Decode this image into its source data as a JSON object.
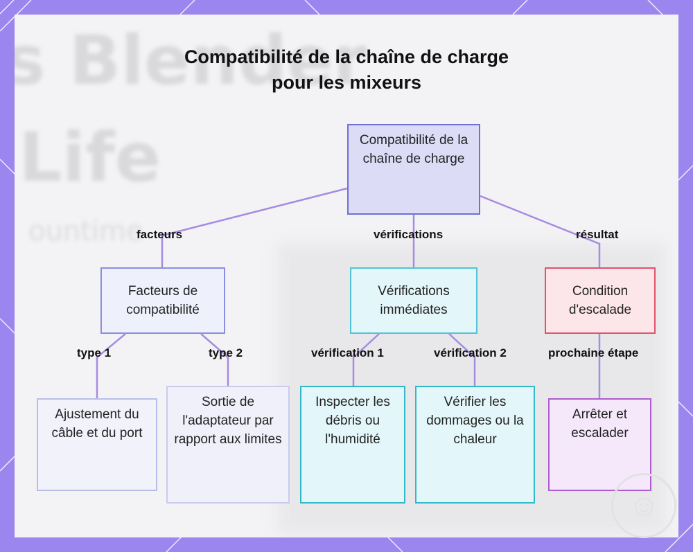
{
  "title": {
    "line1": "Compatibilité de la chaîne de charge",
    "line2": "pour les mixeurs"
  },
  "background_text": {
    "line1": "s Blender",
    "line2": "Life",
    "line3": "ountime"
  },
  "nodes": {
    "root": "Compatibilité de la chaîne de charge",
    "facteurs": "Facteurs de compatibilité",
    "verifications": "Vérifications immédiates",
    "escalade": "Condition d'escalade",
    "ajustement": "Ajustement du câble et du port",
    "sortie": "Sortie de l'adaptateur par rapport aux limites",
    "inspecter": "Inspecter les débris ou l'humidité",
    "verifier": "Vérifier les dommages ou la chaleur",
    "arreter": "Arrêter et escalader"
  },
  "edges": {
    "facteurs": "facteurs",
    "verifications": "vérifications",
    "resultat": "résultat",
    "type1": "type 1",
    "type2": "type 2",
    "verification1": "vérification 1",
    "verification2": "vérification 2",
    "prochaine": "prochaine étape"
  },
  "colors": {
    "frame": "#9b85ee",
    "connector": "#a68be0"
  }
}
